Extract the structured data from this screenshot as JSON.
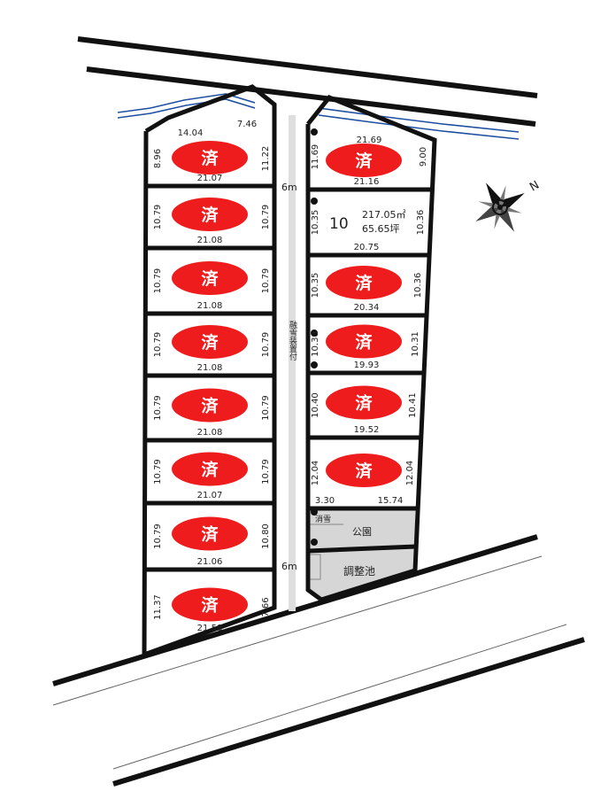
{
  "road": {
    "width_top": "6m",
    "width_bottom": "6m",
    "note": "融雪装置付"
  },
  "sold_mark": "済",
  "colors": {
    "sold": "#ee1c1c",
    "water": "#1e4fa0",
    "facility": "#d6d6d6",
    "line": "#111111"
  },
  "available_lot": {
    "number": "10",
    "area_m2": "217.05㎡",
    "area_tsubo": "65.65坪"
  },
  "facilities": {
    "snow": "消雪",
    "park": "公園",
    "pond": "調整池"
  },
  "compass": {
    "label": "N"
  },
  "left_lots": [
    {
      "top": "14.04",
      "top2": "7.46",
      "left": "8.96",
      "right": "11.22",
      "bottom": "21.07"
    },
    {
      "left": "10.79",
      "right": "10.79",
      "bottom": "21.08"
    },
    {
      "left": "10.79",
      "right": "10.79",
      "bottom": "21.08"
    },
    {
      "left": "10.79",
      "right": "10.79",
      "bottom": "21.08"
    },
    {
      "left": "10.79",
      "right": "10.79",
      "bottom": "21.08"
    },
    {
      "left": "10.79",
      "right": "10.79",
      "bottom": "21.07"
    },
    {
      "left": "10.79",
      "right": "10.80",
      "bottom": "21.06"
    },
    {
      "left": "11.37",
      "right": "7.66",
      "bottom": "21.58"
    }
  ],
  "right_lots": [
    {
      "top": "21.69",
      "left": "11.69",
      "right": "9.00",
      "bottom": "21.16"
    },
    {
      "left": "10.35",
      "right": "10.36",
      "bottom": "20.75"
    },
    {
      "left": "10.35",
      "right": "10.36",
      "bottom": "20.34"
    },
    {
      "left": "10.30",
      "right": "10.31",
      "bottom": "19.93"
    },
    {
      "left": "10.40",
      "right": "10.41",
      "bottom": "19.52"
    },
    {
      "left": "12.04",
      "right": "12.04",
      "bottom": "15.74",
      "bottom_left": "3.30"
    }
  ]
}
